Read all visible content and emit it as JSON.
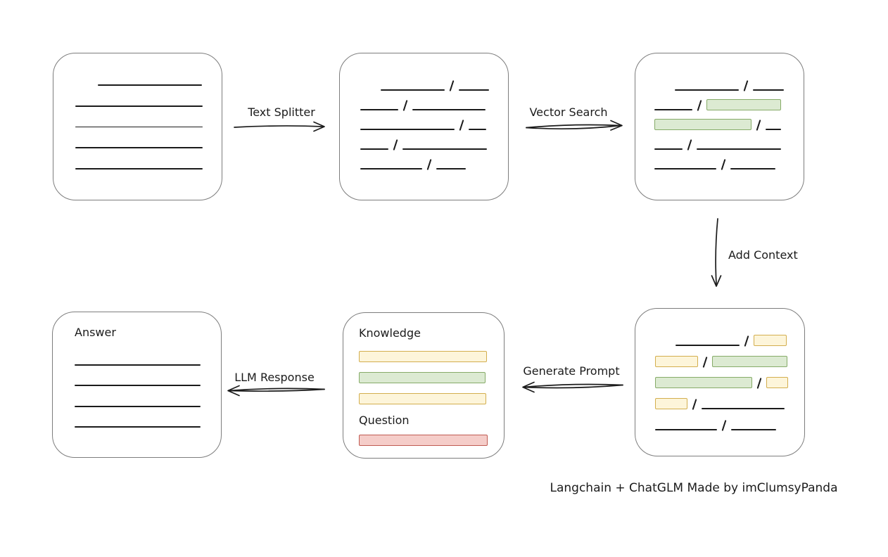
{
  "colors": {
    "background": "#ffffff",
    "box_border": "#7d7d7d",
    "line": "#1b1b1b",
    "green_fill": "#dcead2",
    "green_border": "#86ab68",
    "yellow_fill": "#fdf5da",
    "yellow_border": "#d3ae4e",
    "red_fill": "#f5cdc9",
    "red_border": "#c05b52"
  },
  "labels": {
    "text_splitter": "Text Splitter",
    "vector_search": "Vector Search",
    "add_context": "Add Context",
    "generate_prompt": "Generate Prompt",
    "llm_response": "LLM Response",
    "knowledge": "Knowledge",
    "question": "Question",
    "answer": "Answer",
    "caption": "Langchain + ChatGLM Made by imClumsyPanda"
  },
  "boxes": {
    "document": {
      "rows": [
        [
          {
            "t": "gap",
            "w": 32
          },
          {
            "t": "line",
            "w": 148
          }
        ],
        [
          {
            "t": "line",
            "w": 181
          }
        ],
        [
          {
            "t": "line",
            "w": 181
          }
        ],
        [
          {
            "t": "line",
            "w": 181
          }
        ],
        [
          {
            "t": "line",
            "w": 181
          }
        ]
      ]
    },
    "chunks": {
      "rows": [
        [
          {
            "t": "gap",
            "w": 29
          },
          {
            "t": "line",
            "w": 91
          },
          {
            "t": "slash"
          },
          {
            "t": "line",
            "w": 43
          }
        ],
        [
          {
            "t": "line",
            "w": 54
          },
          {
            "t": "slash"
          },
          {
            "t": "line",
            "w": 104
          }
        ],
        [
          {
            "t": "line",
            "w": 134
          },
          {
            "t": "slash"
          },
          {
            "t": "line",
            "w": 25
          }
        ],
        [
          {
            "t": "line",
            "w": 40
          },
          {
            "t": "slash"
          },
          {
            "t": "line",
            "w": 120
          }
        ],
        [
          {
            "t": "line",
            "w": 88
          },
          {
            "t": "slash"
          },
          {
            "t": "line",
            "w": 42
          }
        ]
      ]
    },
    "search_results": {
      "rows": [
        [
          {
            "t": "gap",
            "w": 29
          },
          {
            "t": "line",
            "w": 91
          },
          {
            "t": "slash"
          },
          {
            "t": "line",
            "w": 44
          }
        ],
        [
          {
            "t": "line",
            "w": 54
          },
          {
            "t": "slash"
          },
          {
            "t": "green",
            "w": 106
          }
        ],
        [
          {
            "t": "green",
            "w": 138
          },
          {
            "t": "slash"
          },
          {
            "t": "line",
            "w": 22
          }
        ],
        [
          {
            "t": "line",
            "w": 40
          },
          {
            "t": "slash"
          },
          {
            "t": "line",
            "w": 120
          }
        ],
        [
          {
            "t": "line",
            "w": 88
          },
          {
            "t": "slash"
          },
          {
            "t": "line",
            "w": 64
          }
        ]
      ]
    },
    "context": {
      "rows": [
        [
          {
            "t": "gap",
            "w": 29
          },
          {
            "t": "line",
            "w": 91
          },
          {
            "t": "slash"
          },
          {
            "t": "yellow",
            "w": 47
          }
        ],
        [
          {
            "t": "yellow",
            "w": 61
          },
          {
            "t": "slash"
          },
          {
            "t": "green",
            "w": 107
          }
        ],
        [
          {
            "t": "green",
            "w": 138
          },
          {
            "t": "slash"
          },
          {
            "t": "yellow",
            "w": 31
          }
        ],
        [
          {
            "t": "yellow",
            "w": 46
          },
          {
            "t": "slash"
          },
          {
            "t": "line",
            "w": 118
          }
        ],
        [
          {
            "t": "line",
            "w": 88
          },
          {
            "t": "slash"
          },
          {
            "t": "line",
            "w": 64
          }
        ]
      ]
    },
    "prompt": {
      "knowledge_bars": [
        [
          {
            "t": "yellow",
            "w": 182
          }
        ],
        [
          {
            "t": "green",
            "w": 180
          }
        ],
        [
          {
            "t": "yellow",
            "w": 181
          }
        ]
      ],
      "question_bars": [
        [
          {
            "t": "red",
            "w": 183
          }
        ]
      ]
    },
    "answer": {
      "rows": [
        [
          {
            "t": "line",
            "w": 179
          }
        ],
        [
          {
            "t": "line",
            "w": 179
          }
        ],
        [
          {
            "t": "line",
            "w": 179
          }
        ],
        [
          {
            "t": "line",
            "w": 179
          }
        ]
      ]
    }
  }
}
